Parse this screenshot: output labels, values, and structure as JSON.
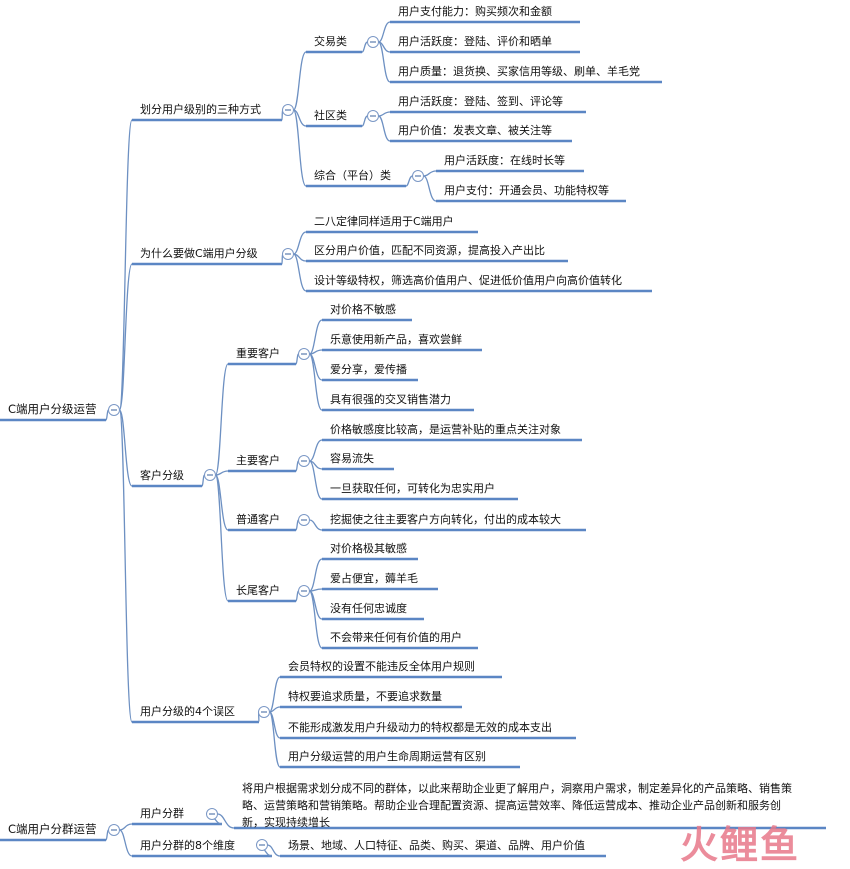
{
  "roots": [
    {
      "label": "C端用户分级运营",
      "children": [
        {
          "label": "划分用户级别的三种方式",
          "children": [
            {
              "label": "交易类",
              "children": [
                {
                  "label": "用户支付能力：购买频次和金额"
                },
                {
                  "label": "用户活跃度：登陆、评价和晒单"
                },
                {
                  "label": "用户质量：退货换、买家信用等级、刷单、羊毛党"
                }
              ]
            },
            {
              "label": "社区类",
              "children": [
                {
                  "label": "用户活跃度：登陆、签到、评论等"
                },
                {
                  "label": "用户价值：发表文章、被关注等"
                }
              ]
            },
            {
              "label": "综合（平台）类",
              "children": [
                {
                  "label": "用户活跃度：在线时长等"
                },
                {
                  "label": "用户支付：开通会员、功能特权等"
                }
              ]
            }
          ]
        },
        {
          "label": "为什么要做C端用户分级",
          "children": [
            {
              "label": "二八定律同样适用于C端用户"
            },
            {
              "label": "区分用户价值，匹配不同资源，提高投入产出比"
            },
            {
              "label": "设计等级特权，筛选高价值用户、促进低价值用户向高价值转化"
            }
          ]
        },
        {
          "label": "客户分级",
          "children": [
            {
              "label": "重要客户",
              "children": [
                {
                  "label": "对价格不敏感"
                },
                {
                  "label": "乐意使用新产品，喜欢尝鲜"
                },
                {
                  "label": "爱分享，爱传播"
                },
                {
                  "label": "具有很强的交叉销售潜力"
                }
              ]
            },
            {
              "label": "主要客户",
              "children": [
                {
                  "label": "价格敏感度比较高，是运营补贴的重点关注对象"
                },
                {
                  "label": "容易流失"
                },
                {
                  "label": "一旦获取任何，可转化为忠实用户"
                }
              ]
            },
            {
              "label": "普通客户",
              "children": [
                {
                  "label": "挖掘使之往主要客户方向转化，付出的成本较大"
                }
              ]
            },
            {
              "label": "长尾客户",
              "children": [
                {
                  "label": "对价格极其敏感"
                },
                {
                  "label": "爱占便宜，薅羊毛"
                },
                {
                  "label": "没有任何忠诚度"
                },
                {
                  "label": "不会带来任何有价值的用户"
                }
              ]
            }
          ]
        },
        {
          "label": "用户分级的4个误区",
          "children": [
            {
              "label": "会员特权的设置不能违反全体用户规则"
            },
            {
              "label": "特权要追求质量，不要追求数量"
            },
            {
              "label": "不能形成激发用户升级动力的特权都是无效的成本支出"
            },
            {
              "label": "用户分级运营的用户生命周期运营有区别"
            }
          ]
        }
      ]
    },
    {
      "label": "C端用户分群运营",
      "children": [
        {
          "label": "用户分群",
          "children": [
            {
              "lines": [
                "将用户根据需求划分成不同的群体，以此来帮助企业更了解用户，洞察用户需求，制定差异化的产品策略、销售策",
                "略、运营策略和营销策略。帮助企业合理配置资源、提高运营效率、降低运营成本、推动企业产品创新和服务创",
                "新，实现持续增长"
              ]
            }
          ]
        },
        {
          "label": "用户分群的8个维度",
          "children": [
            {
              "label": "场景、地域、人口特征、品类、购买、渠道、品牌、用户价值"
            }
          ]
        }
      ]
    }
  ],
  "watermark": {
    "text": "火鲤鱼",
    "color": "#e8788a"
  },
  "colors": {
    "line": "#5b86c4",
    "edge": "#6d90c2",
    "text": "#111111"
  }
}
